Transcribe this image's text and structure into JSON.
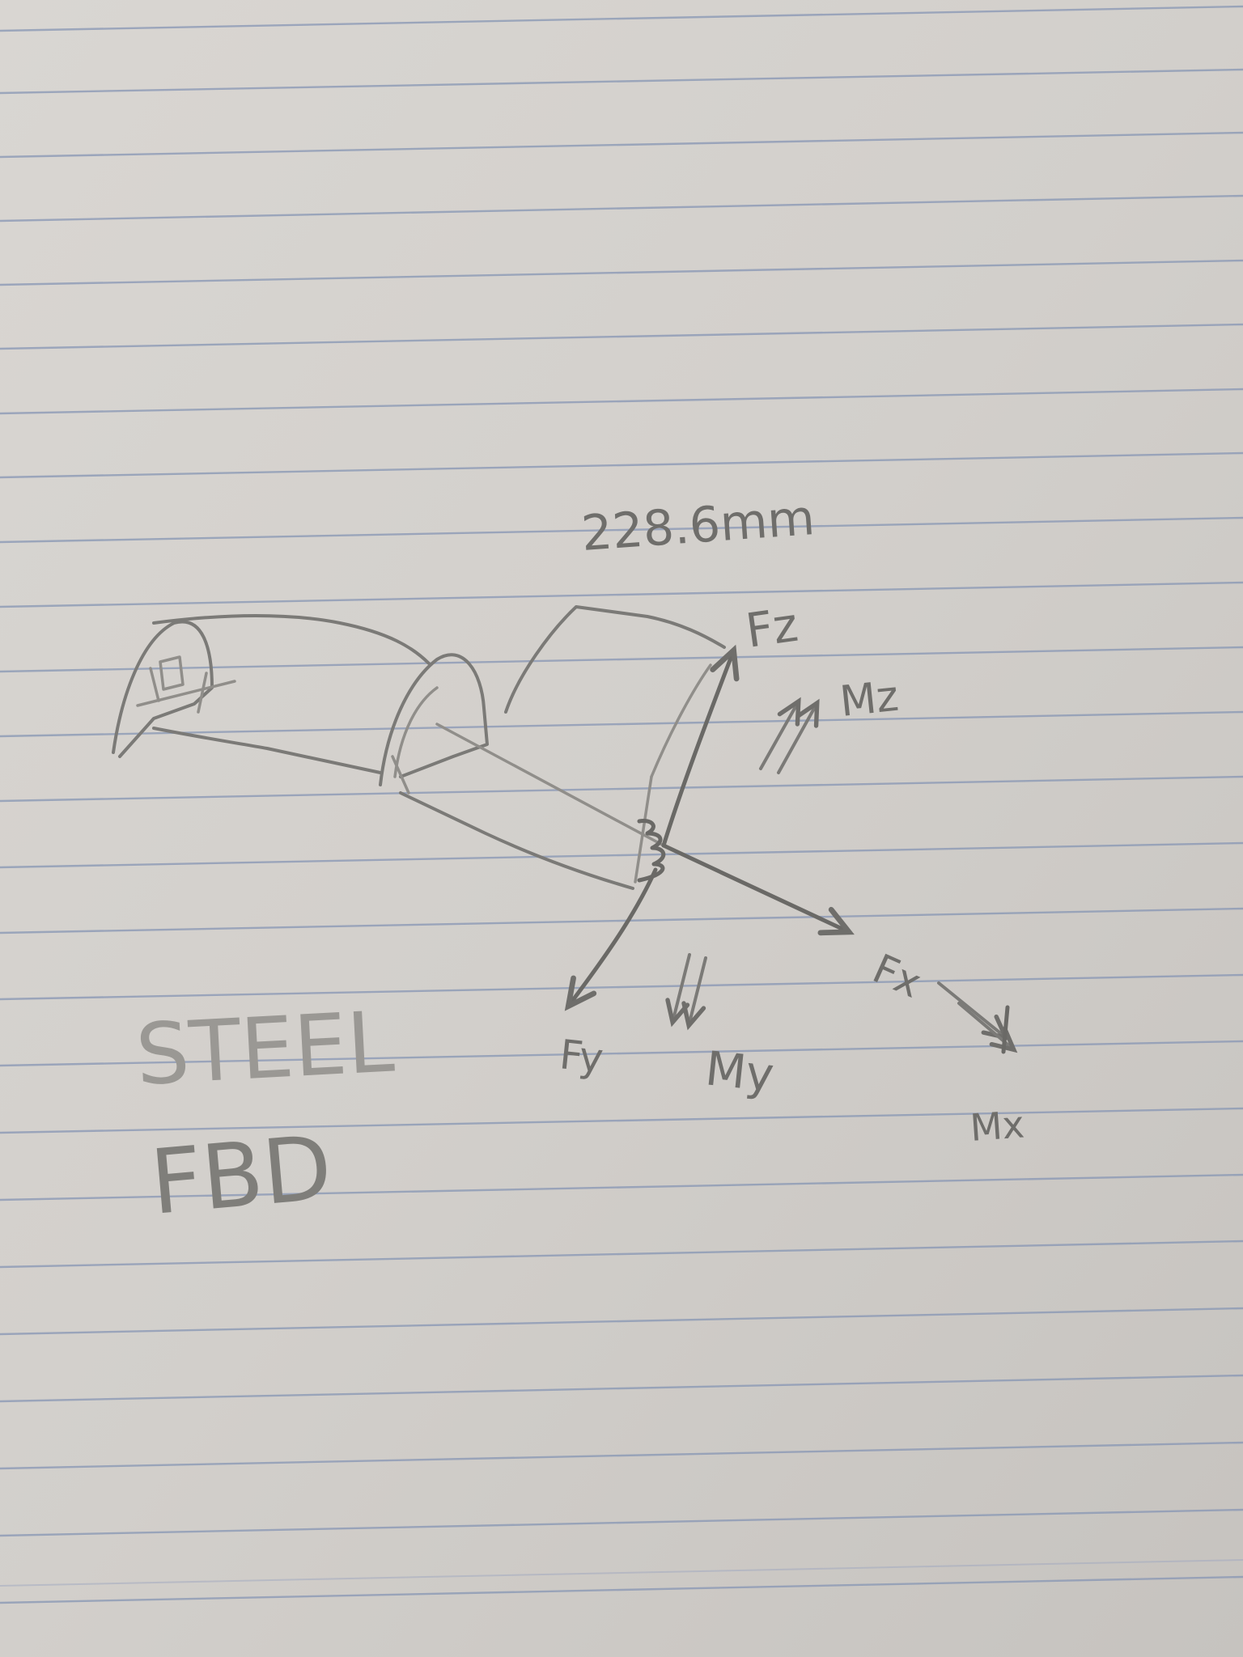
{
  "dimension_label": "228.6mm",
  "material_label": "STEEL",
  "diagram_label": "FBD",
  "forces": {
    "fz": "Fz",
    "fy": "Fy",
    "fx": "Fx"
  },
  "moments": {
    "mz": "Mz",
    "my": "My",
    "mx": "Mx"
  }
}
